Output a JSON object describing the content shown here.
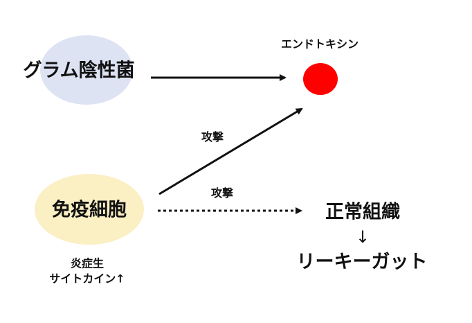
{
  "diagram": {
    "nodes": {
      "bacteria": {
        "label": "グラム陰性菌"
      },
      "endotoxin": {
        "label": "エンドトキシン"
      },
      "immune_cells": {
        "label": "免疫細胞"
      },
      "normal_tissue": {
        "label": "正常組織"
      },
      "leaky_gut": {
        "label": "リーキーガット"
      }
    },
    "edges": {
      "attack_endotoxin": {
        "label": "攻撃"
      },
      "attack_tissue": {
        "label": "攻撃"
      }
    },
    "annotations": {
      "inflammatory_line1": "炎症生",
      "inflammatory_line2": "サイトカイン↑",
      "down_arrow": "↓"
    },
    "colors": {
      "bacteria_bg": "#dde3f3",
      "immune_bg": "#fbefc4",
      "endotoxin": "#ff0000",
      "arrow": "#111111"
    }
  }
}
